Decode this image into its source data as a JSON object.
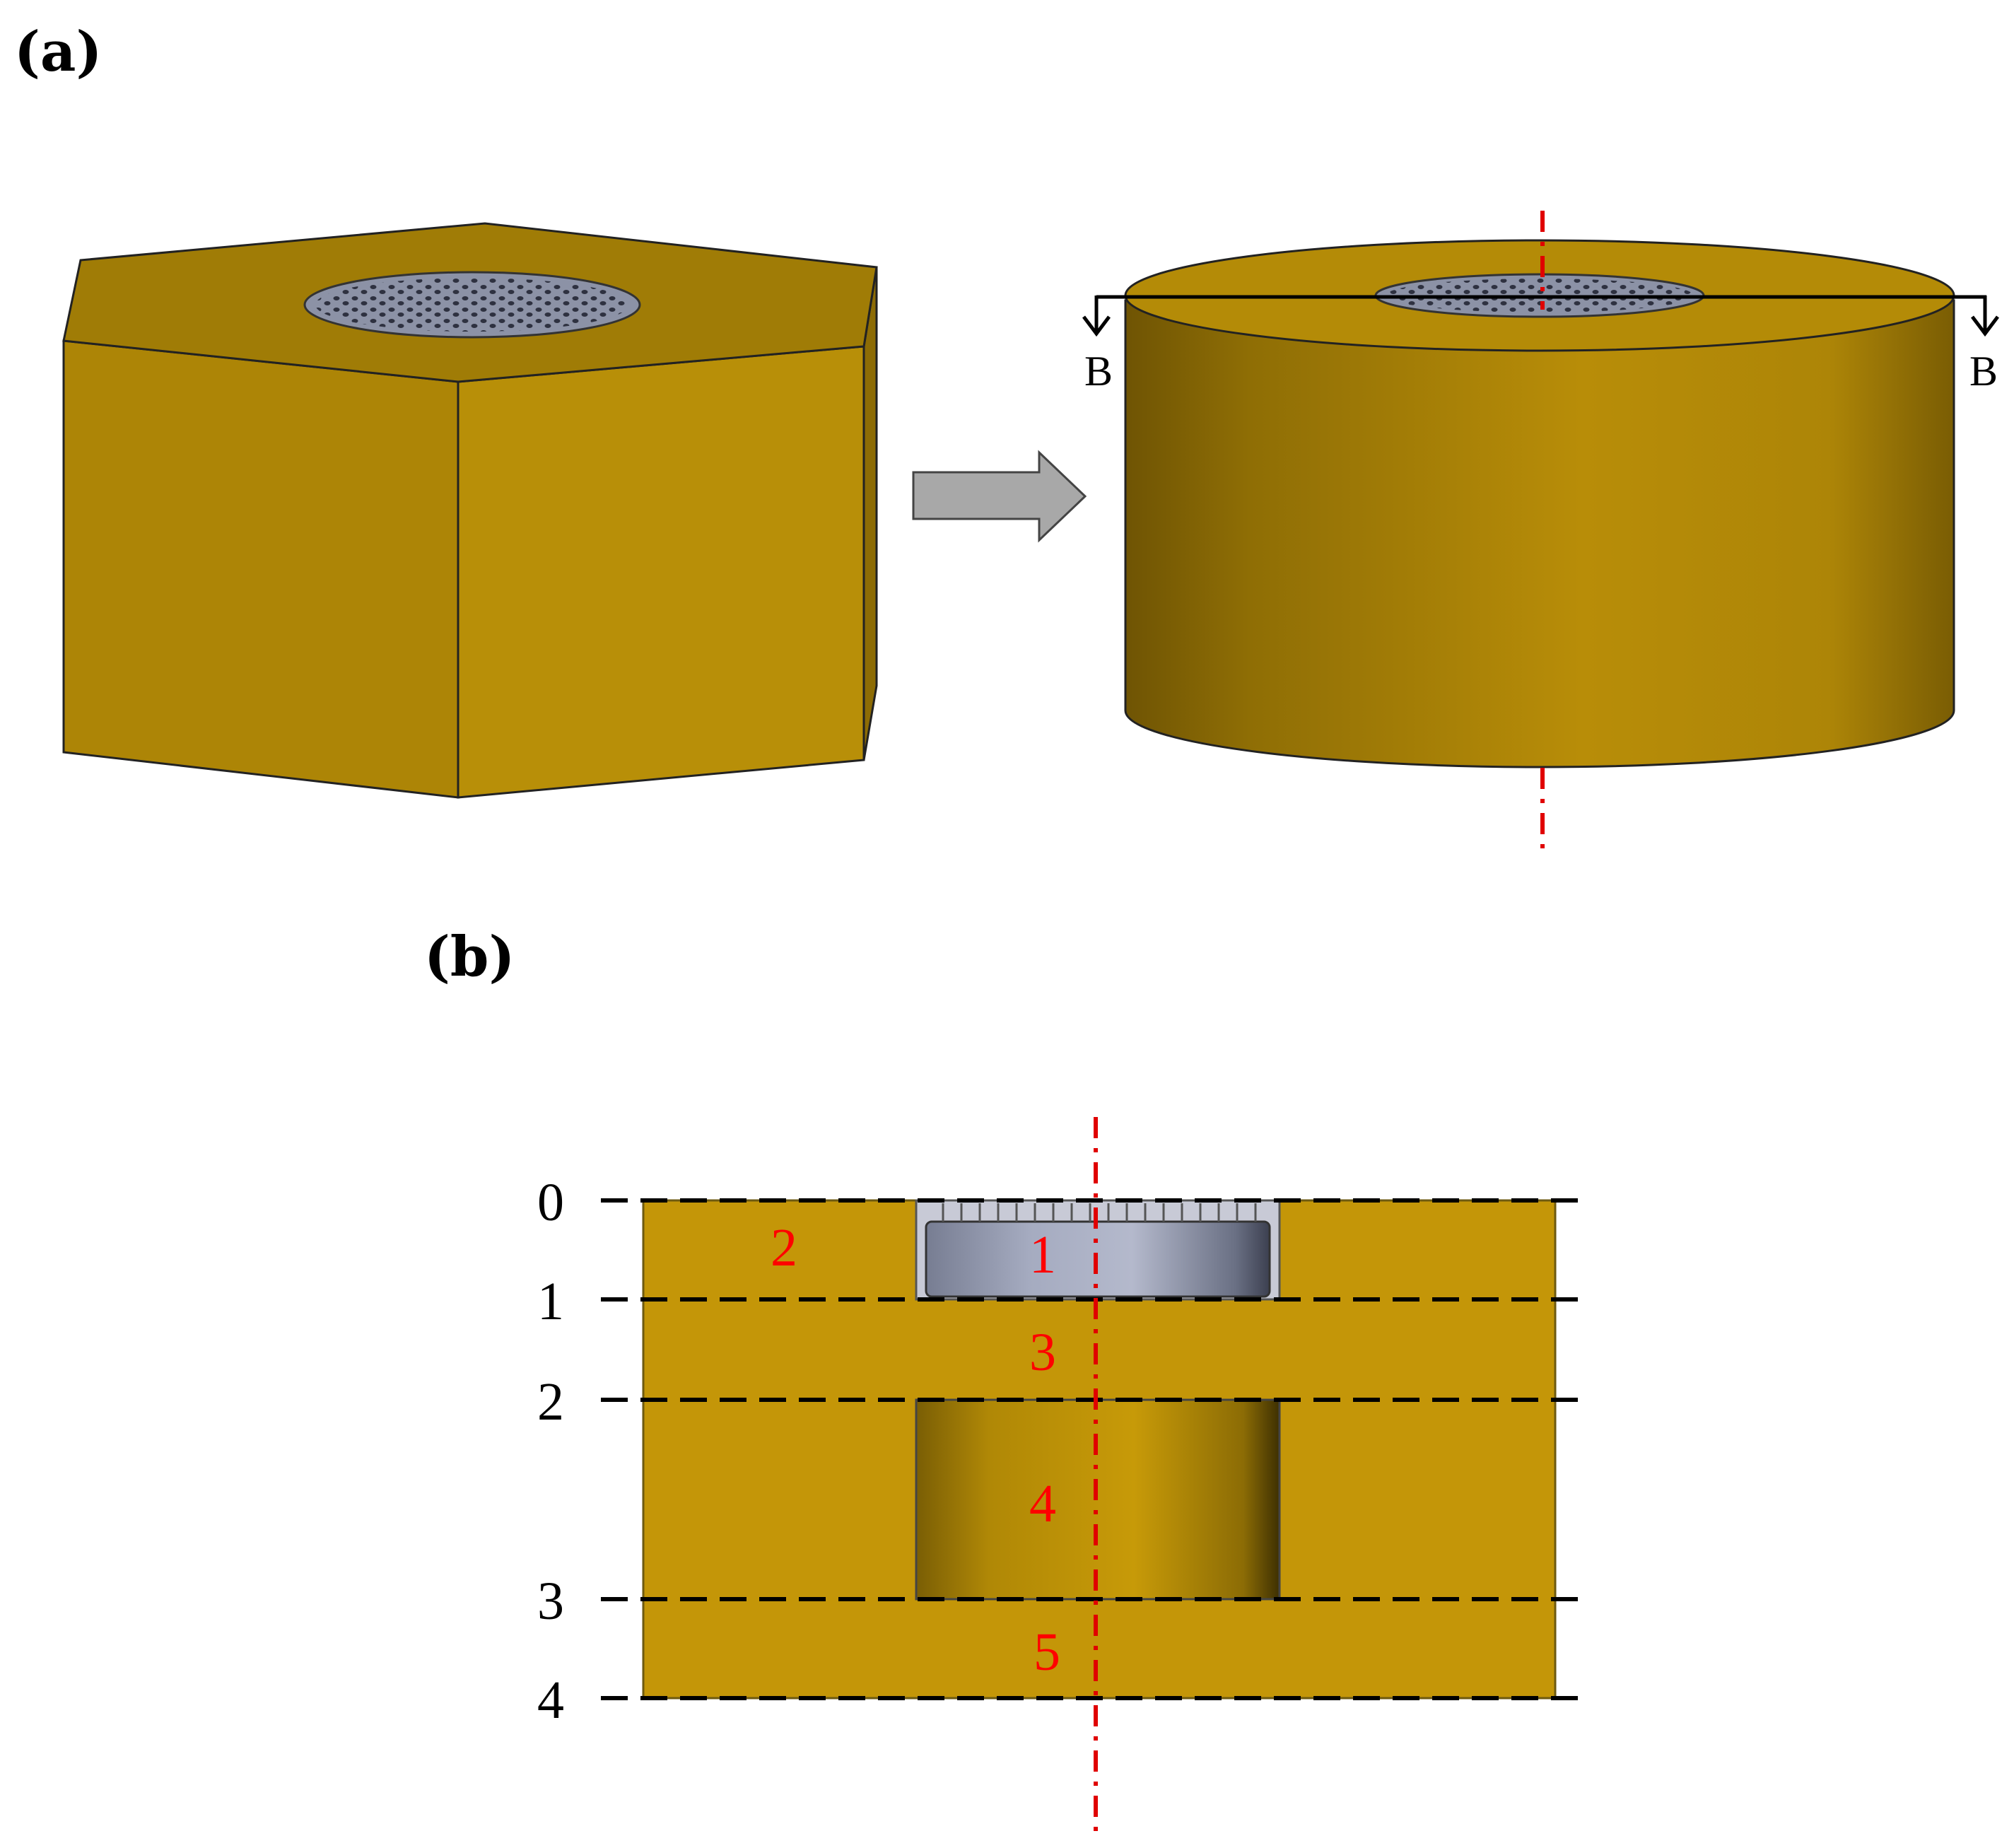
{
  "panel_labels": {
    "a": "(a)",
    "b": "(b)"
  },
  "section_cut": {
    "left_label": "B",
    "right_label": "B"
  },
  "level_labels": [
    "0",
    "1",
    "2",
    "3",
    "4"
  ],
  "region_labels": [
    "1",
    "2",
    "3",
    "4",
    "5"
  ],
  "colors": {
    "gold": "#c49608",
    "gold_dark": "#8a6a04",
    "gold_mid": "#b38a08",
    "steel": "#9aa0b4",
    "steel_dark": "#5a6072",
    "axis_red": "#e00000",
    "arrow_grey": "#a8a8a8",
    "region_label_red": "#ff0000"
  }
}
